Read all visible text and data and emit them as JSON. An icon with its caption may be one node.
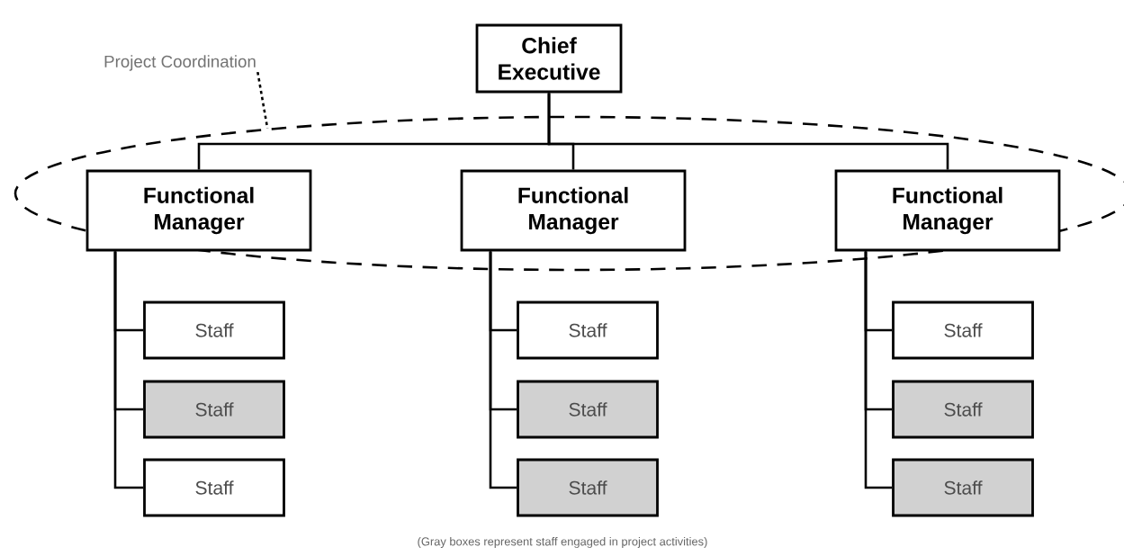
{
  "diagram": {
    "caption": "(Gray boxes represent staff engaged in project activities)",
    "nodes": [
      {
        "text": [
          "Project Coordination"
        ]
      },
      {
        "text": [
          "Chief Executive"
        ]
      },
      {
        "text": [],
        "shape": "ellipse"
      },
      {
        "text": [
          "Functional Manager"
        ],
        "in": 2
      },
      {
        "text": [
          "Functional Manager"
        ],
        "in": 2
      },
      {
        "text": [
          "Functional Manager"
        ],
        "in": 2
      },
      {
        "text": [
          "Staff"
        ]
      },
      {
        "text": [
          "Staff"
        ]
      },
      {
        "text": [
          "Staff"
        ]
      },
      {
        "text": [
          "Staff"
        ]
      },
      {
        "text": [
          "Staff"
        ]
      },
      {
        "text": [
          "Staff"
        ]
      },
      {
        "text": [
          "Staff"
        ]
      },
      {
        "text": [
          "Staff"
        ]
      },
      {
        "text": [
          "Staff"
        ]
      }
    ],
    "edges": [
      {
        "from": 0,
        "to": 2,
        "arrow": "none",
        "style": "dashed"
      },
      {
        "from": 1,
        "to": 3,
        "arrow": "none"
      },
      {
        "from": 1,
        "to": 4,
        "arrow": "none"
      },
      {
        "from": 1,
        "to": 5,
        "arrow": "none"
      },
      {
        "from": 3,
        "to": 6,
        "arrow": "none"
      },
      {
        "from": 3,
        "to": 9,
        "arrow": "none"
      },
      {
        "from": 3,
        "to": 12,
        "arrow": "none"
      },
      {
        "from": 4,
        "to": 7,
        "arrow": "none"
      },
      {
        "from": 4,
        "to": 10,
        "arrow": "none"
      },
      {
        "from": 4,
        "to": 13,
        "arrow": "none"
      },
      {
        "from": 5,
        "to": 8,
        "arrow": "none"
      },
      {
        "from": 5,
        "to": 11,
        "arrow": "none"
      },
      {
        "from": 5,
        "to": 14,
        "arrow": "none"
      }
    ]
  }
}
